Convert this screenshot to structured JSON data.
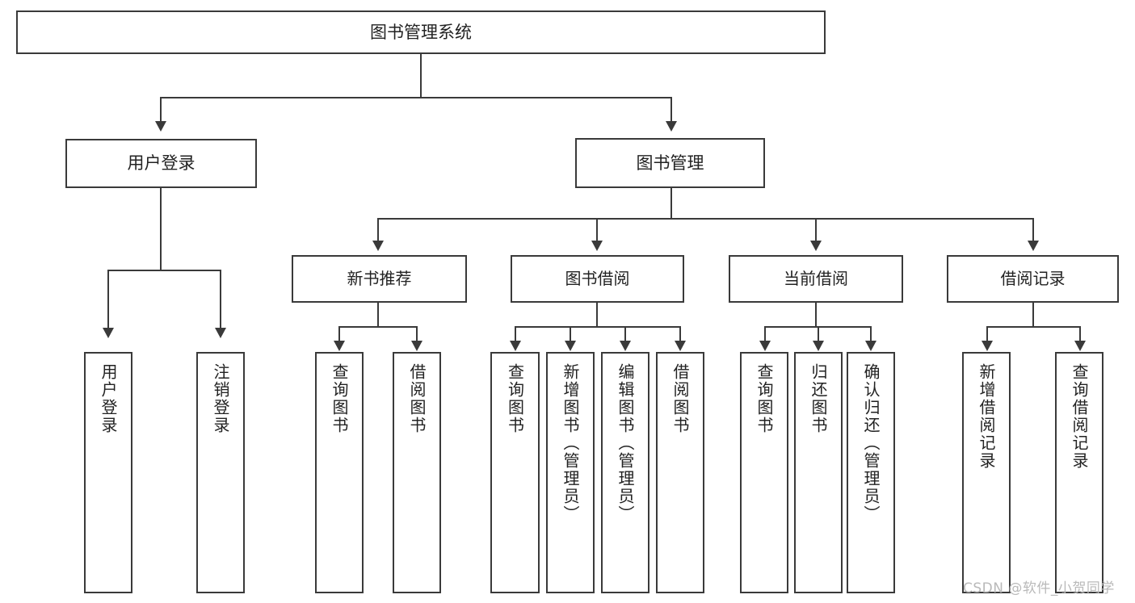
{
  "diagram": {
    "type": "tree",
    "title": "图书管理系统",
    "root": {
      "label": "图书管理系统"
    },
    "level1": [
      {
        "label": "用户登录"
      },
      {
        "label": "图书管理"
      }
    ],
    "level2": [
      {
        "label": "新书推荐"
      },
      {
        "label": "图书借阅"
      },
      {
        "label": "当前借阅"
      },
      {
        "label": "借阅记录"
      }
    ],
    "leaves": {
      "user_login": [
        {
          "label": "用户登录"
        },
        {
          "label": "注销登录"
        }
      ],
      "new_book_recommend": [
        {
          "label": "查询图书"
        },
        {
          "label": "借阅图书"
        }
      ],
      "book_borrow": [
        {
          "label": "查询图书"
        },
        {
          "label": "新增图书（管理员）"
        },
        {
          "label": "编辑图书（管理员）"
        },
        {
          "label": "借阅图书"
        }
      ],
      "current_borrow": [
        {
          "label": "查询图书"
        },
        {
          "label": "归还图书"
        },
        {
          "label": "确认归还（管理员）"
        }
      ],
      "borrow_record": [
        {
          "label": "新增借阅记录"
        },
        {
          "label": "查询借阅记录"
        }
      ]
    }
  },
  "watermark": {
    "text": "CSDN @软件_小贺同学"
  },
  "colors": {
    "stroke": "#3a3a3a",
    "background": "#ffffff",
    "text": "#222222",
    "watermark": "#b9b9b9"
  }
}
